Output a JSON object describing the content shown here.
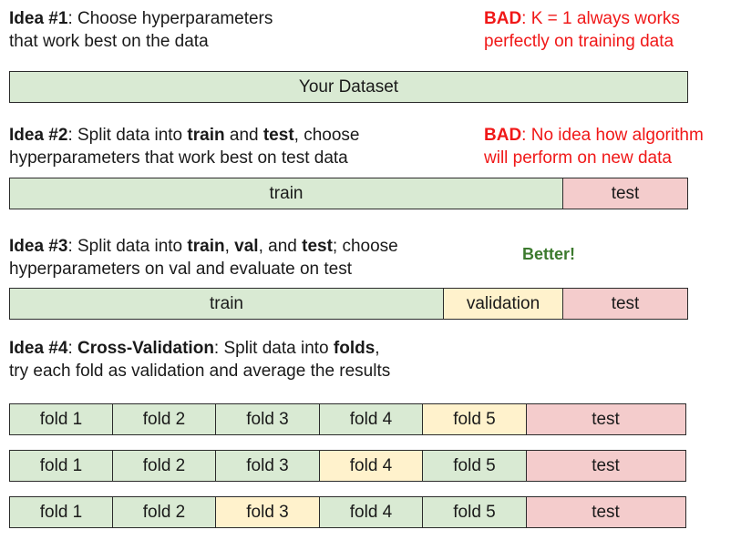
{
  "idea1": {
    "label": "Idea #1",
    "text_line1": ": Choose hyperparameters",
    "text_line2": "that work best on the data",
    "bad_label": "BAD",
    "bad_line1": ": K = 1 always works",
    "bad_line2": "perfectly on training data"
  },
  "dataset_bar": {
    "label": "Your Dataset"
  },
  "idea2": {
    "label": "Idea #2",
    "t1": ": Split data into ",
    "train_word": "train",
    "t2": " and ",
    "test_word": "test",
    "t3": ", choose",
    "text_line2": "hyperparameters that work best on test data",
    "bad_label": "BAD",
    "bad_line1": ": No idea how algorithm",
    "bad_line2": "will perform on new data"
  },
  "split2": {
    "train": "train",
    "test": "test"
  },
  "idea3": {
    "label": "Idea #3",
    "t1": ": Split data into ",
    "train_word": "train",
    "t2": ", ",
    "val_word": "val",
    "t3": ", and ",
    "test_word": "test",
    "t4": "; choose",
    "text_line2": "hyperparameters on val and evaluate on test",
    "better": "Better!"
  },
  "split3": {
    "train": "train",
    "validation": "validation",
    "test": "test"
  },
  "idea4": {
    "label": "Idea #4",
    "t1": ": ",
    "cv_word": "Cross-Validation",
    "t2": ": Split data into ",
    "folds_word": "folds",
    "t3": ",",
    "text_line2": "try each fold as validation and average the results"
  },
  "folds": {
    "rows": [
      {
        "cells": [
          "fold 1",
          "fold 2",
          "fold 3",
          "fold 4",
          "fold 5",
          "test"
        ],
        "validation_index": 4
      },
      {
        "cells": [
          "fold 1",
          "fold 2",
          "fold 3",
          "fold 4",
          "fold 5",
          "test"
        ],
        "validation_index": 3
      },
      {
        "cells": [
          "fold 1",
          "fold 2",
          "fold 3",
          "fold 4",
          "fold 5",
          "test"
        ],
        "validation_index": 2
      }
    ]
  },
  "colors": {
    "train": "#d9ead3",
    "validation": "#fff2cc",
    "test": "#f4cccc",
    "bad": "#f01818",
    "better": "#3c7a2e"
  }
}
